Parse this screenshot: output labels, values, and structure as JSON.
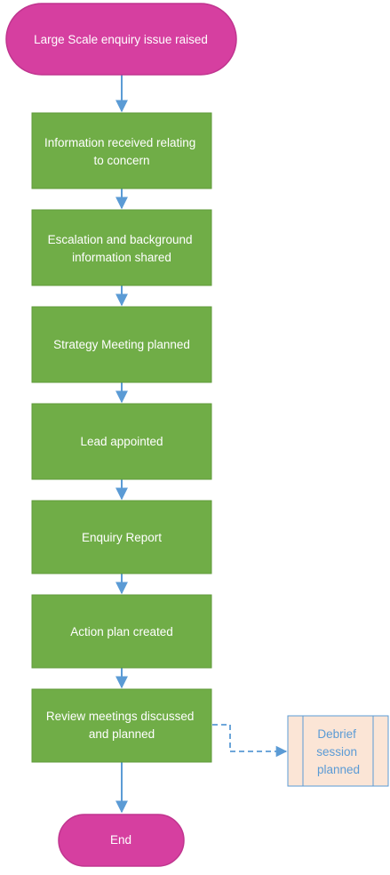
{
  "colors": {
    "terminator_fill": "#d63fa0",
    "terminator_stroke": "#c0358f",
    "process_fill": "#70ad47",
    "process_stroke": "#5f9a3a",
    "connector": "#5b9bd5",
    "subprocess_fill": "#fbe5d6",
    "subprocess_stroke": "#5b9bd5",
    "subprocess_text": "#5b9bd5",
    "node_text": "#ffffff"
  },
  "nodes": {
    "start": {
      "lines": [
        "Large Scale enquiry issue raised"
      ]
    },
    "step1": {
      "lines": [
        "Information received relating",
        "to  concern"
      ]
    },
    "step2": {
      "lines": [
        "Escalation and background",
        "information shared"
      ]
    },
    "step3": {
      "lines": [
        "Strategy Meeting planned"
      ]
    },
    "step4": {
      "lines": [
        "Lead appointed"
      ]
    },
    "step5": {
      "lines": [
        "Enquiry Report"
      ]
    },
    "step6": {
      "lines": [
        "Action plan created"
      ]
    },
    "step7": {
      "lines": [
        "Review meetings discussed",
        "and planned"
      ]
    },
    "debrief": {
      "lines": [
        "Debrief",
        "session",
        "planned"
      ]
    },
    "end": {
      "lines": [
        "End"
      ]
    }
  },
  "icons": {
    "connector_arrow": "arrowhead-icon",
    "dashed_connector": "dashed-arrow-icon"
  }
}
